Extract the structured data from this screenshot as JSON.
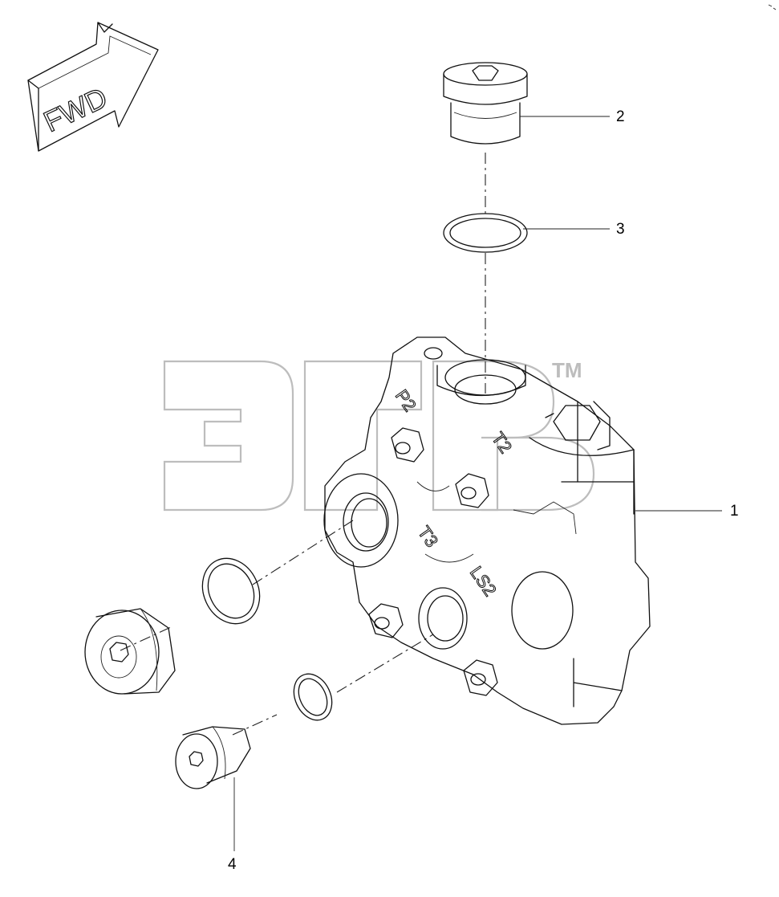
{
  "fwd_arrow": {
    "label": "FWD"
  },
  "watermark": {
    "trademark": "TM"
  },
  "port_labels": {
    "p2": "P2",
    "t2": "T2",
    "t3": "T3",
    "ls2": "LS2"
  },
  "callouts": [
    {
      "id": "1",
      "label": "1"
    },
    {
      "id": "2",
      "label": "2"
    },
    {
      "id": "3",
      "label": "3"
    },
    {
      "id": "4",
      "label": "4"
    }
  ]
}
